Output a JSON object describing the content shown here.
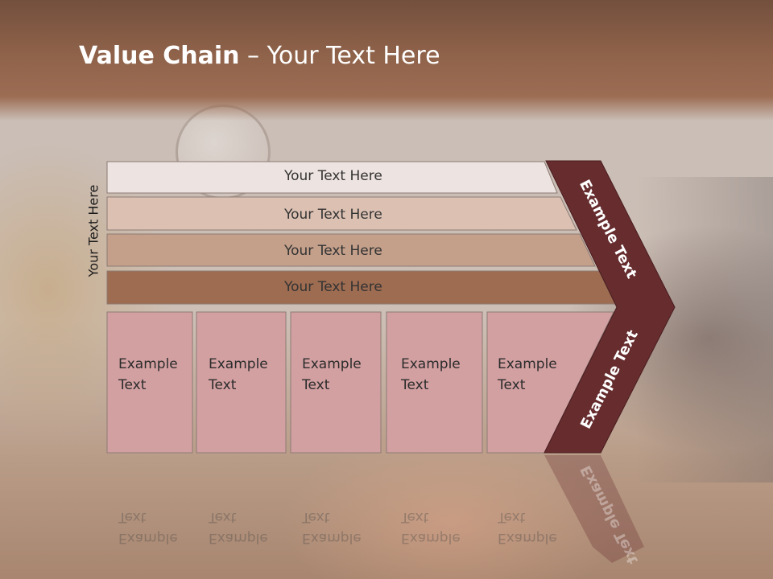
{
  "title": {
    "bold": "Value Chain",
    "rest": " – Your Text Here"
  },
  "side_label": "Your Text Here",
  "bands": [
    {
      "label": "Your Text Here",
      "color": "#ede3e0"
    },
    {
      "label": "Your Text Here",
      "color": "#dcc1b3"
    },
    {
      "label": "Your Text Here",
      "color": "#c4a08b"
    },
    {
      "label": "Your Text Here",
      "color": "#9e6c51"
    }
  ],
  "boxes": [
    {
      "label": "Example Text"
    },
    {
      "label": "Example Text"
    },
    {
      "label": "Example Text"
    },
    {
      "label": "Example Text"
    },
    {
      "label": "Example Text"
    }
  ],
  "box_color": "#d3a0a2",
  "chevron": {
    "upper_label": "Example Text",
    "lower_label": "Example Text",
    "color": "#662c2e"
  }
}
